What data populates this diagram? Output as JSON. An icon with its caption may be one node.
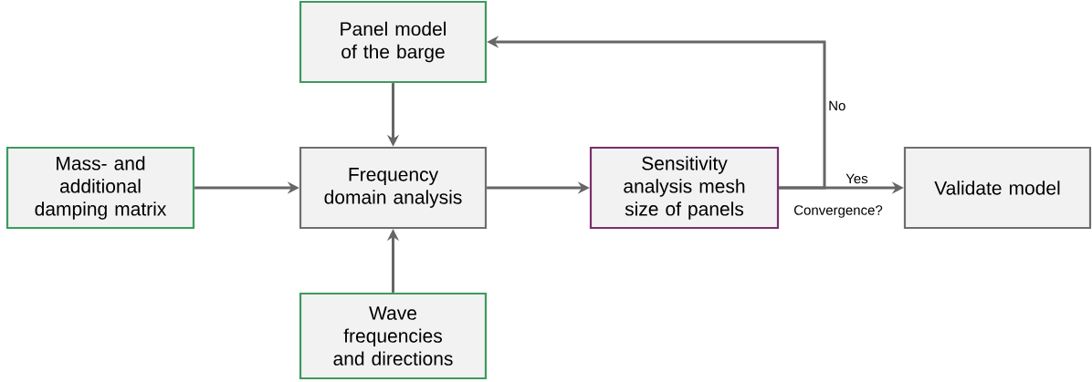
{
  "diagram": {
    "nodes": [
      {
        "text": [
          "Panel model of the barge"
        ]
      },
      {
        "text": [
          "Mass- and additional damping matrix"
        ]
      },
      {
        "text": [
          "Frequency domain analysis"
        ]
      },
      {
        "text": [
          "Sensitivity analysis mesh size of panels"
        ]
      },
      {
        "text": [
          "Validate model"
        ]
      },
      {
        "text": [
          "Wave frequencies and directions"
        ]
      }
    ],
    "edges": [
      {
        "from": 0,
        "to": 2,
        "arrow": "to"
      },
      {
        "from": 1,
        "to": 2,
        "arrow": "to"
      },
      {
        "from": 5,
        "to": 2,
        "arrow": "to"
      },
      {
        "from": 2,
        "to": 3,
        "arrow": "to"
      },
      {
        "from": 3,
        "to": 4,
        "arrow": "to",
        "label": "Yes"
      },
      {
        "from": 3,
        "to": 0,
        "arrow": "to",
        "label": "No"
      }
    ],
    "labels": [
      "Convergence?"
    ]
  }
}
